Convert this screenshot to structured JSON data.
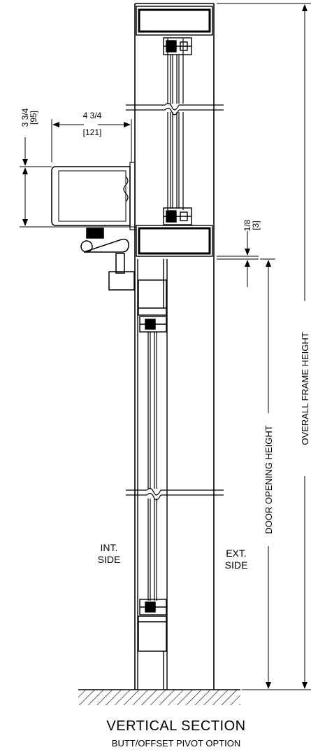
{
  "title": "VERTICAL SECTION",
  "subtitle": "BUTT/OFFSET PIVOT OPTION",
  "labels": {
    "int_side_1": "INT.",
    "int_side_2": "SIDE",
    "ext_side_1": "EXT.",
    "ext_side_2": "SIDE",
    "door_opening_height": "DOOR OPENING HEIGHT",
    "overall_frame_height": "OVERALL FRAME HEIGHT"
  },
  "dimensions": {
    "head_height_in": "3 3/4",
    "head_height_mm": "[95]",
    "head_depth_in": "4 3/4",
    "head_depth_mm": "[121]",
    "clearance_in": "1/8",
    "clearance_mm": "[3]"
  },
  "colors": {
    "line": "#000000",
    "background": "#ffffff"
  }
}
